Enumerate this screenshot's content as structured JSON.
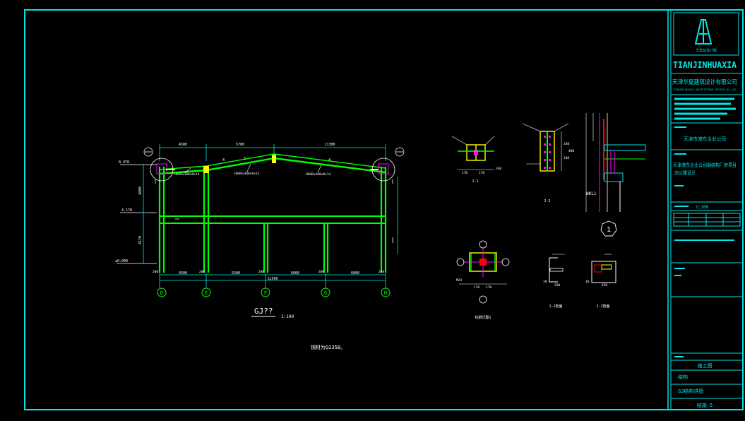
{
  "colors": {
    "background": "#000000",
    "border": "#00e5e5",
    "frame": "#00ff00",
    "dim": "#00e5e5",
    "annotation": "#ffffff",
    "member": "#ffff00",
    "accent": "#ff00ff",
    "section": "#ff0000",
    "titleblock_text": "#00e5e5"
  },
  "title_block": {
    "logo_caption": "华滨总设计院",
    "company_latin": "TIANJINHUAXIA",
    "company_cn": "天津华夏建筑设计有限公司",
    "company_en": "TIANJIN HUAXIA ARCHITECTURAL DESIGN CO.,LTD",
    "client": "天津市港东企业公司",
    "project_line1": "天津港东企业公司钢结构厂房项目",
    "project_line2": "办公楼设计",
    "scale": "1:100",
    "stage": "施工图",
    "discipline": "结构",
    "sheet_name": "GJ结构详图",
    "sheet_no": "结施-5"
  },
  "frame_drawing": {
    "title": "GJ??",
    "scale": "1:100",
    "note": "钢材为Q235B。",
    "top_dims": [
      "4500",
      "5700",
      "11300"
    ],
    "bottom_dims": [
      "4500",
      "5500",
      "6000",
      "6000"
    ],
    "total_dim": "12500",
    "column_marks": [
      "200",
      "200",
      "200",
      "200",
      "200"
    ],
    "elevations": [
      "8.970",
      "4.170",
      "±0.000"
    ],
    "side_dims": [
      "4800",
      "4170"
    ],
    "axes": [
      "D",
      "E",
      "F",
      "G",
      "H"
    ],
    "beam_tags": [
      "H600x300x8x14",
      "H600x300x8x14",
      "H600x300x8x14"
    ],
    "section_cuts": [
      "4",
      "4",
      "5"
    ]
  },
  "details": {
    "d1_label": "1-1",
    "d2_label": "2-2",
    "d3_label": "1",
    "d4_label": "柱脚详图1",
    "d5_label": "1-1剖面",
    "d6_label": "2-2剖面",
    "d1_dims": [
      "170",
      "170",
      "340"
    ],
    "d2_dims": [
      "240",
      "240",
      "480"
    ],
    "d4_dims": [
      "170",
      "170"
    ],
    "d5_dims": [
      "250",
      "10"
    ],
    "d6_dims": [
      "450",
      "10"
    ],
    "wkl_tag": "WKL1",
    "anchor_tag": "M24"
  }
}
